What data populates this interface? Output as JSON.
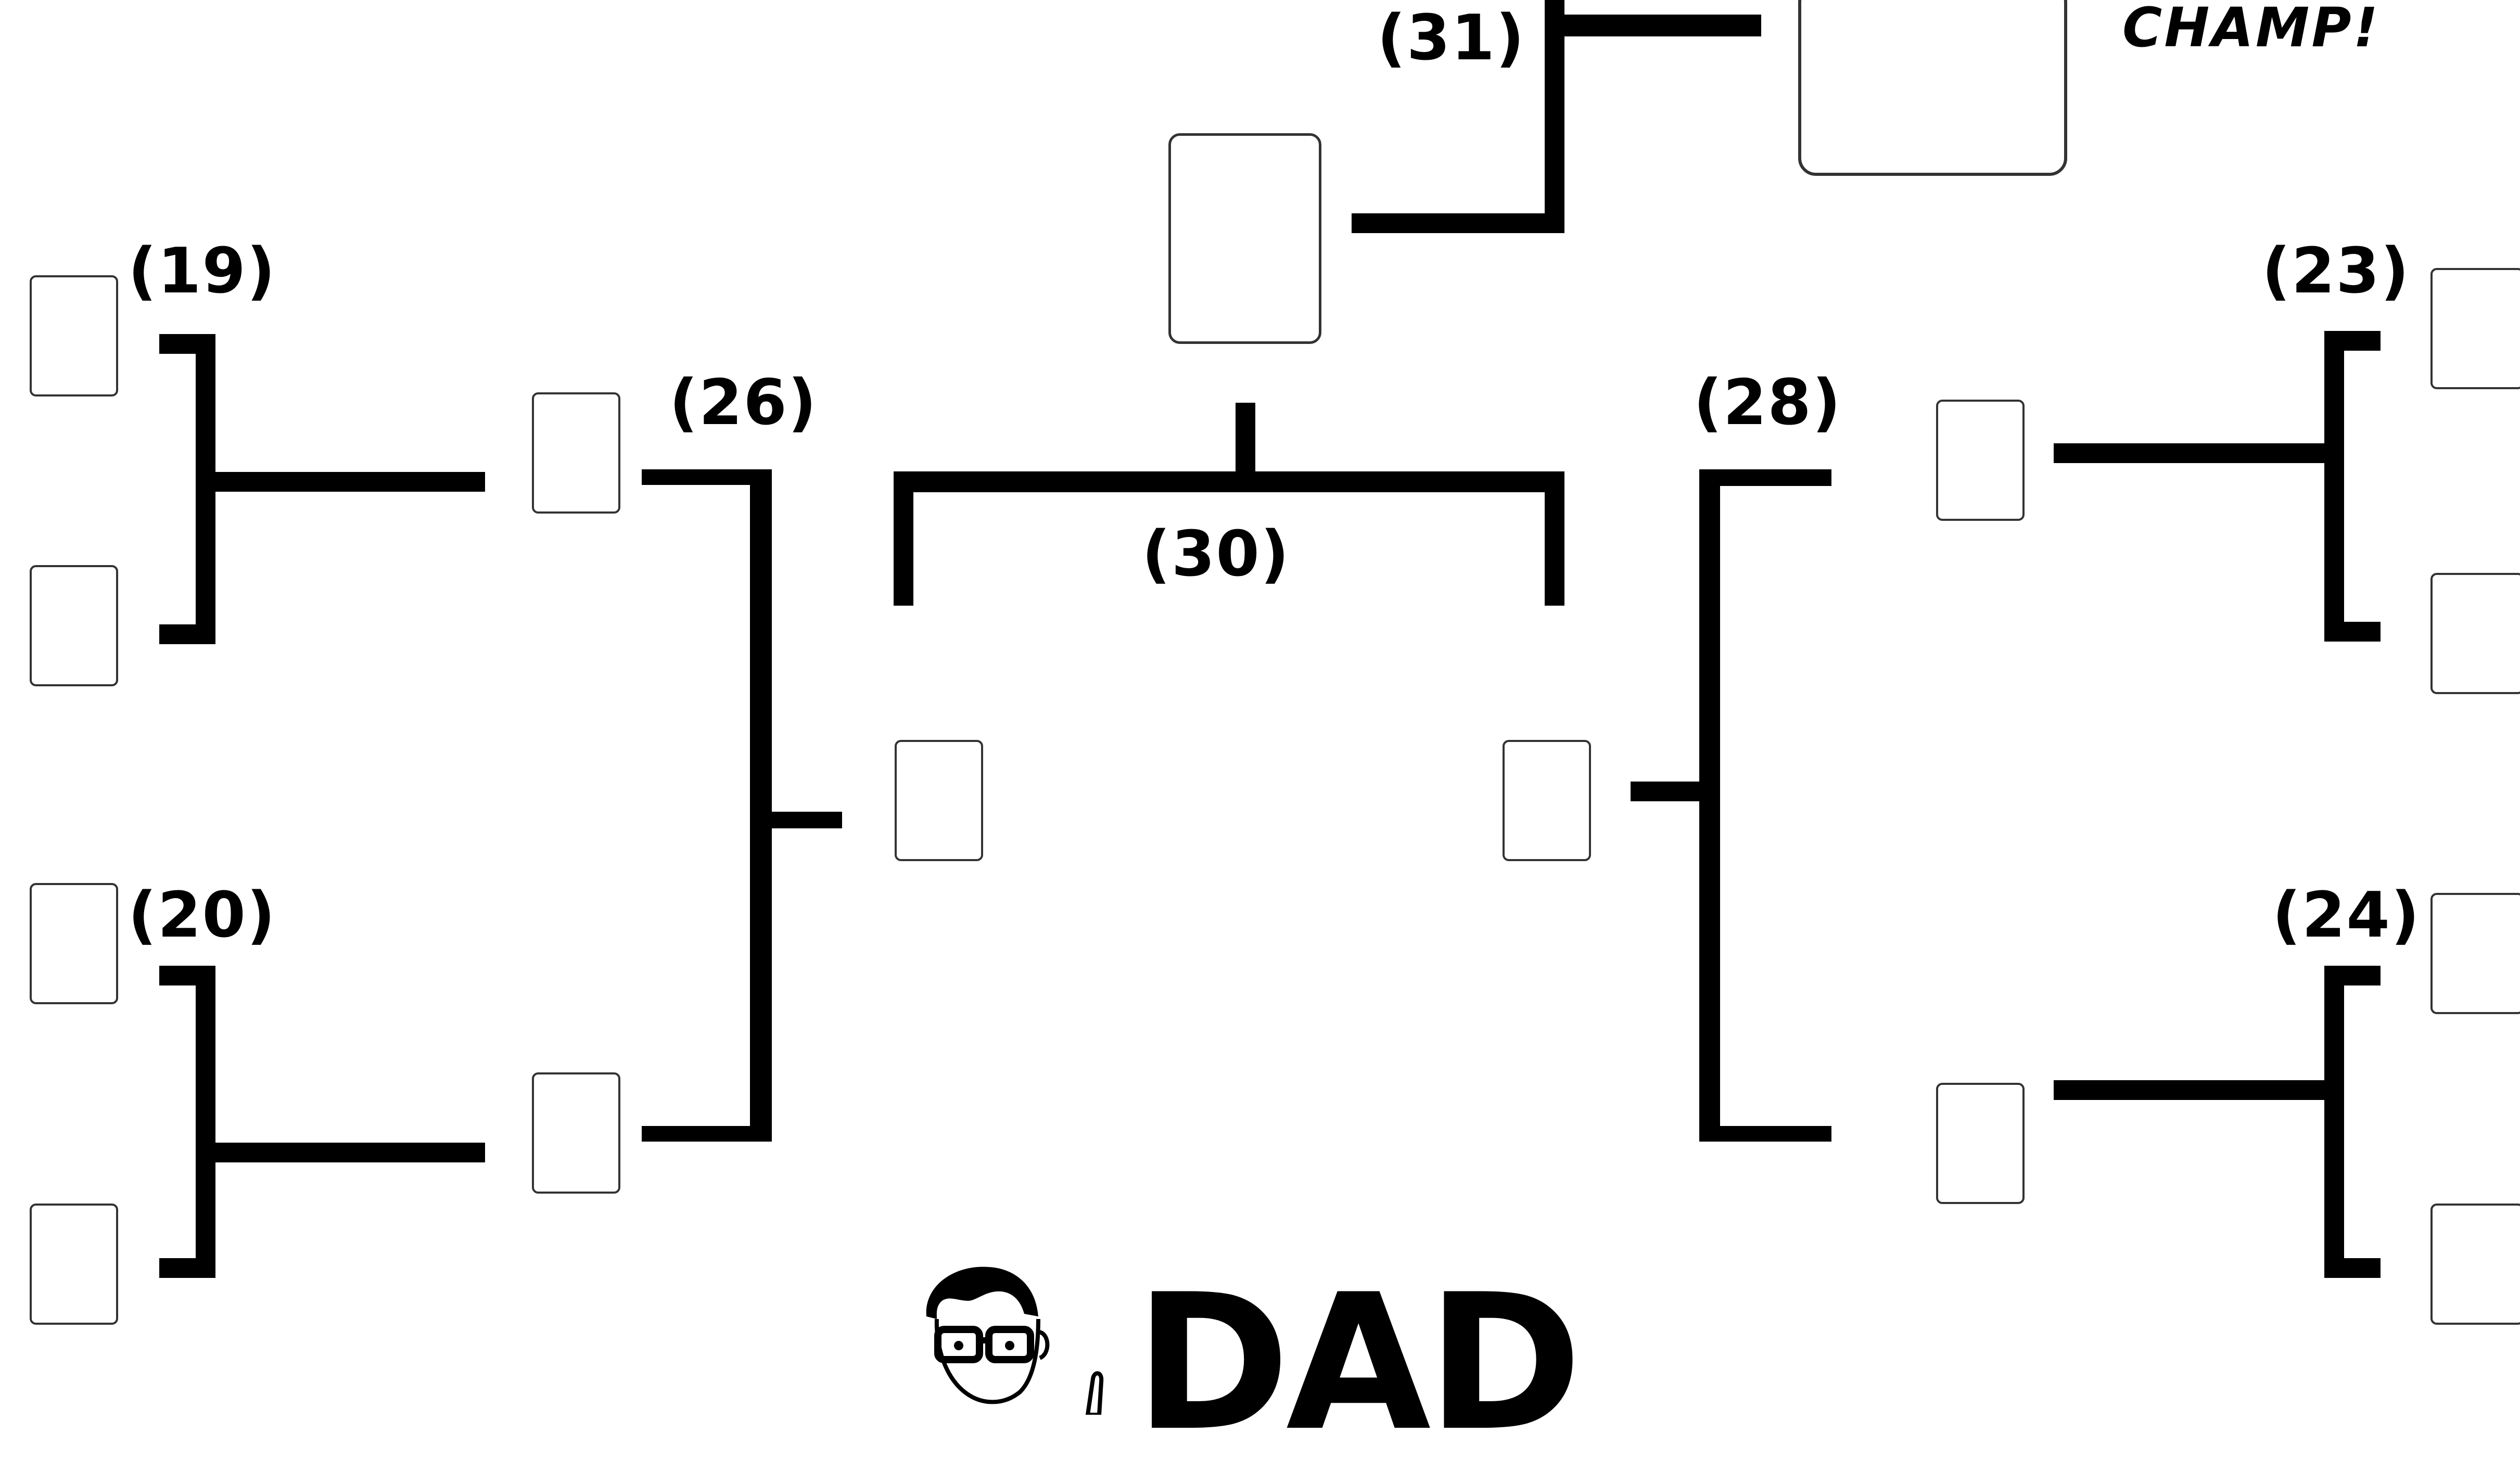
{
  "bracket": {
    "labels": {
      "r19": "(19)",
      "r20": "(20)",
      "r23": "(23)",
      "r24": "(24)",
      "r26": "(26)",
      "r28": "(28)",
      "r30": "(30)",
      "r31": "(31)"
    },
    "champion_label": "CHAMP!"
  },
  "logo": {
    "text": "DAD",
    "icon": "dad-face-glasses-icon"
  }
}
